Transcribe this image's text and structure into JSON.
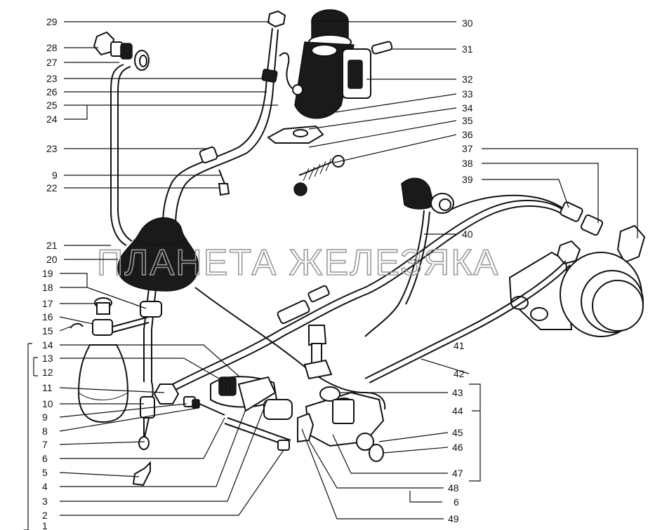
{
  "watermark": "ПЛАНЕТА ЖЕЛЕЗЯКА",
  "labels": {
    "l1": "1",
    "l2": "2",
    "l3": "3",
    "l4": "4",
    "l5": "5",
    "l6": "6",
    "l7": "7",
    "l8": "8",
    "l9": "9",
    "l10": "10",
    "l11": "11",
    "l12": "12",
    "l13": "13",
    "l14": "14",
    "l15": "15",
    "l16": "16",
    "l17": "17",
    "l18": "18",
    "l19": "19",
    "l20": "20",
    "l21": "21",
    "l9b": "9",
    "l22": "22",
    "l23a": "23",
    "l23b": "23",
    "l24": "24",
    "l25": "25",
    "l26": "26",
    "l27": "27",
    "l28": "28",
    "l29": "29",
    "l30": "30",
    "l31": "31",
    "l32": "32",
    "l33": "33",
    "l34": "34",
    "l35": "35",
    "l36": "36",
    "l37": "37",
    "l38": "38",
    "l39": "39",
    "l40": "40",
    "l41": "41",
    "l42": "42",
    "l43": "43",
    "l44": "44",
    "l45": "45",
    "l46": "46",
    "l47": "47",
    "l48": "48",
    "l6b": "6",
    "l49": "49"
  }
}
